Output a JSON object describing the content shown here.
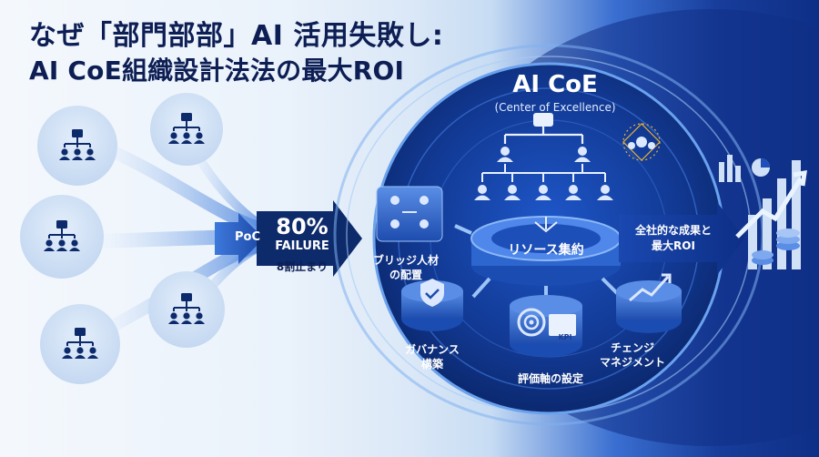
{
  "title": {
    "line1": "なぜ「部門部部」AI 活用失敗し:",
    "line2": "AI CoE組織設計法法の最大ROI"
  },
  "left": {
    "poc_label": "PoC",
    "failure_pct": "80%",
    "failure_label": "FAILURE",
    "failure_note": "8割止まり"
  },
  "coe": {
    "title": "AI CoE",
    "subtitle": "(Center of Excellence)",
    "center_label": "リソース集約",
    "bridge_line1": "ブリッジ人材",
    "bridge_line2": "の配置",
    "governance_line1": "ガバナンス",
    "governance_line2": "構築",
    "evaluation": "評価軸の設定",
    "evaluation_badge": "KPI",
    "change_line1": "チェンジ",
    "change_line2": "マネジメント"
  },
  "right": {
    "roi_line1": "全社的な成果と",
    "roi_line2": "最大ROI"
  },
  "colors": {
    "navy": "#0d1e54",
    "brand_blue": "#1f4fb8",
    "light_blue": "#cfe0f7",
    "accent_gold": "#e9b23a"
  },
  "icons": [
    "org-chart-icon",
    "people-network-icon",
    "bar-chart-icon",
    "shield-check-icon",
    "target-icon",
    "growth-arrow-icon",
    "coin-stack-icon"
  ]
}
